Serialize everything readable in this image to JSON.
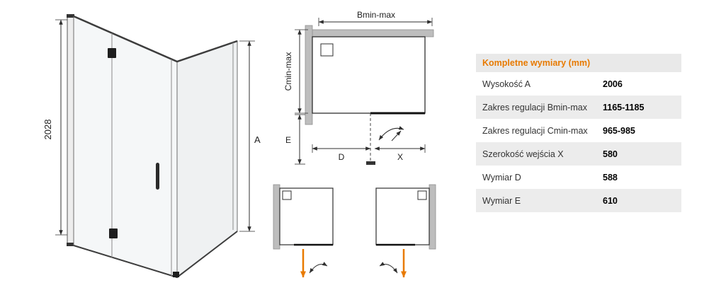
{
  "colors": {
    "accent": "#e87a00",
    "wall_gray": "#bdbdbd",
    "row_alt_bg": "#ececec",
    "line": "#2f2f2f"
  },
  "front_view": {
    "height_value": "2028",
    "height_letter": "A"
  },
  "plan_view": {
    "b_label": "Bmin-max",
    "c_label": "Cmin-max",
    "e_label": "E",
    "d_label": "D",
    "x_label": "X"
  },
  "table": {
    "title": "Kompletne wymiary (mm)",
    "rows": [
      {
        "label": "Wysokość A",
        "value": "2006"
      },
      {
        "label": "Zakres regulacji Bmin-max",
        "value": "1165-1185"
      },
      {
        "label": "Zakres regulacji Cmin-max",
        "value": "965-985"
      },
      {
        "label": "Szerokość wejścia X",
        "value": "580"
      },
      {
        "label": "Wymiar D",
        "value": "588"
      },
      {
        "label": "Wymiar E",
        "value": "610"
      }
    ]
  }
}
